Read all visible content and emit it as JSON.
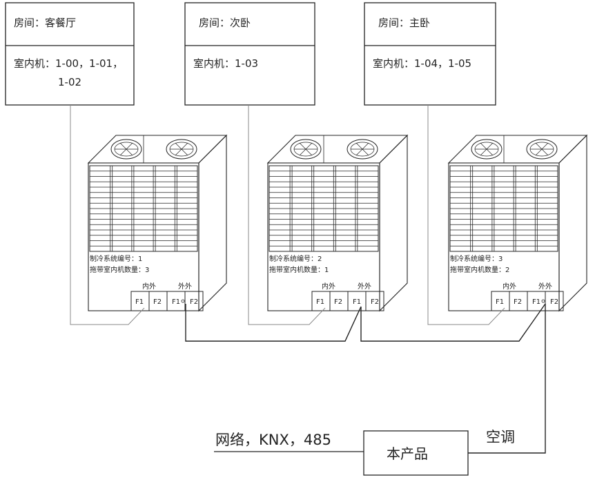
{
  "rooms": [
    {
      "room_label": "房间：客餐厅",
      "indoor_line1": "室内机：1-00，1-01，",
      "indoor_line2": "1-02"
    },
    {
      "room_label": "房间：次卧",
      "indoor_line1": "室内机：1-03",
      "indoor_line2": ""
    },
    {
      "room_label": "房间：主卧",
      "indoor_line1": "室内机：1-04，1-05",
      "indoor_line2": ""
    }
  ],
  "units": [
    {
      "system_no": "制冷系统编号：1",
      "indoor_count": "拖带室内机数量：3"
    },
    {
      "system_no": "制冷系统编号：2",
      "indoor_count": "拖带室内机数量：1"
    },
    {
      "system_no": "制冷系统编号：3",
      "indoor_count": "拖带室内机数量：2"
    }
  ],
  "terminals": {
    "inner_label": "内外",
    "outer_label": "外外",
    "f1": "F1",
    "f2": "F2"
  },
  "product": {
    "label": "本产品",
    "left_label": "网络，KNX，485",
    "right_label": "空调"
  },
  "colors": {
    "line": "#222222",
    "background": "#ffffff"
  }
}
